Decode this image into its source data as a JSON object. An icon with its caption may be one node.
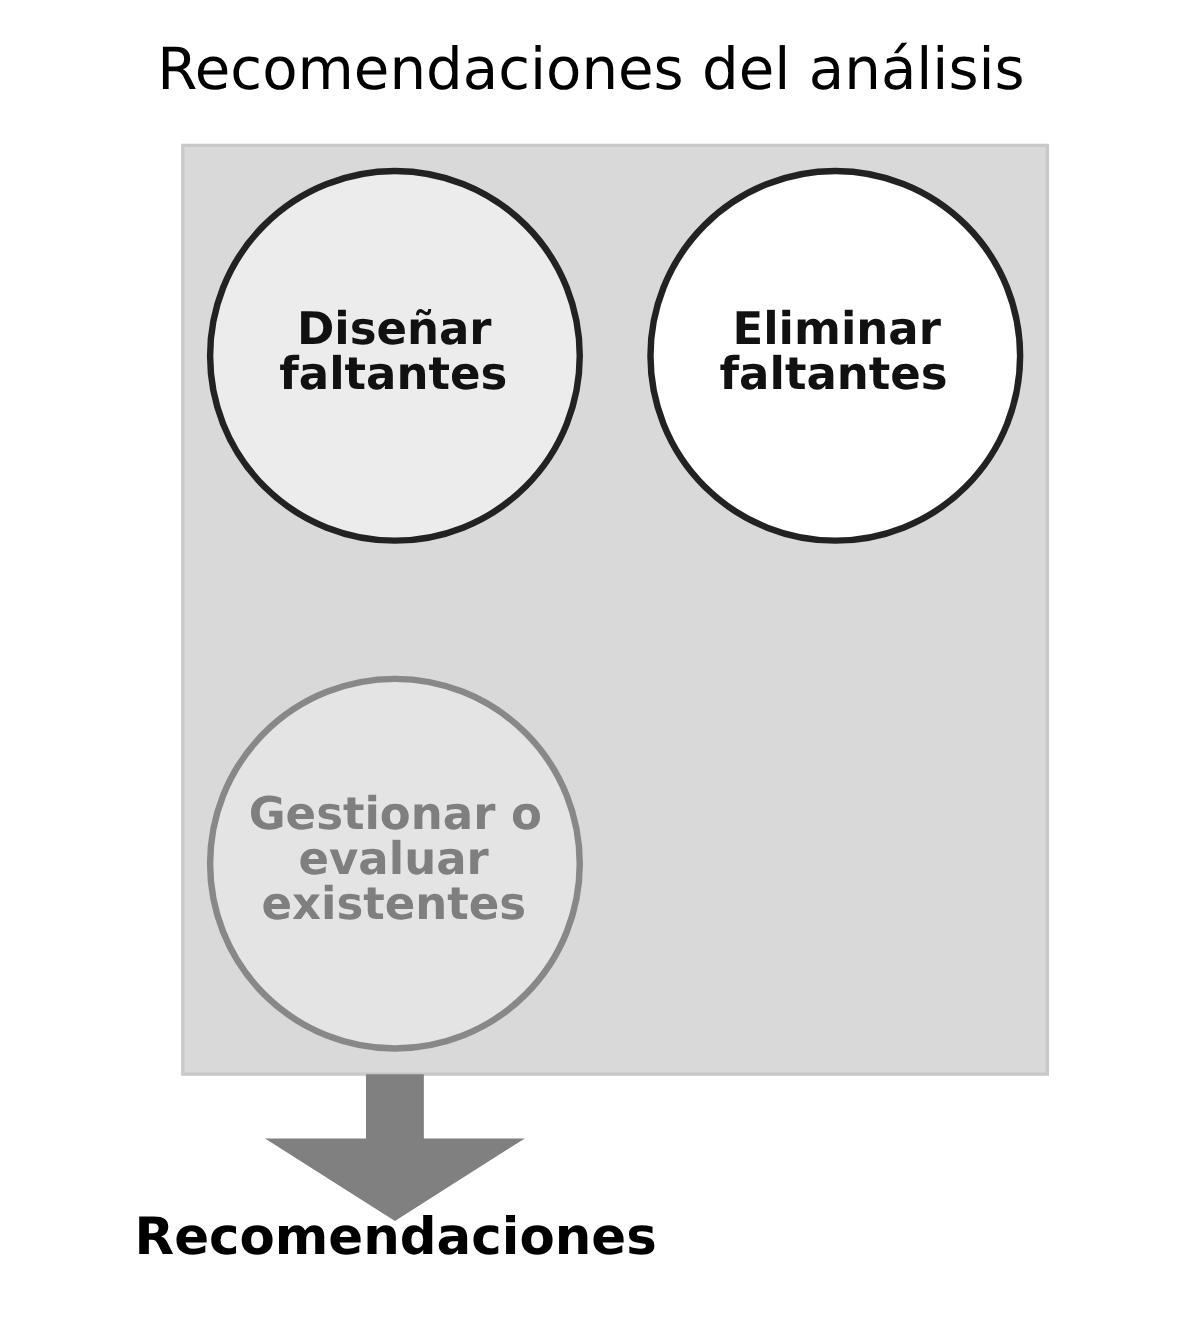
{
  "diagram": {
    "title": "Recomendaciones del análisis",
    "nodes": [
      {
        "text": [],
        "shape": "funnel"
      },
      {
        "text": [
          "Diseñar faltantes"
        ],
        "in": 0
      },
      {
        "text": [
          "Eliminar faltantes"
        ],
        "in": 0
      },
      {
        "text": [
          "Gestionar o evaluar existentes"
        ],
        "in": 0
      },
      {
        "text": [
          "Recomendaciones"
        ]
      }
    ],
    "edges": [
      {
        "from": 0,
        "to": 4,
        "arrow": "to"
      }
    ]
  }
}
